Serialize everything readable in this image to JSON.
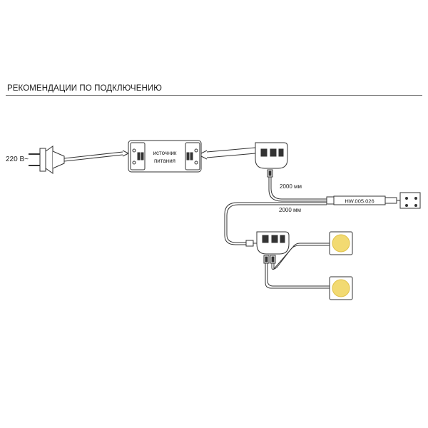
{
  "header": {
    "title": "РЕКОМЕНДАЦИИ ПО ПОДКЛЮЧЕНИЮ"
  },
  "diagram": {
    "voltage_label": "220 В~",
    "power_supply_label_line1": "источник",
    "power_supply_label_line2": "питания",
    "cable_length_upper": "2000 мм",
    "cable_length_lower": "2000 мм",
    "sensor_part_number": "HW.005.026"
  },
  "colors": {
    "line": "#333333",
    "led_fill": "#f2da72",
    "led_stroke": "#e0c24a"
  }
}
